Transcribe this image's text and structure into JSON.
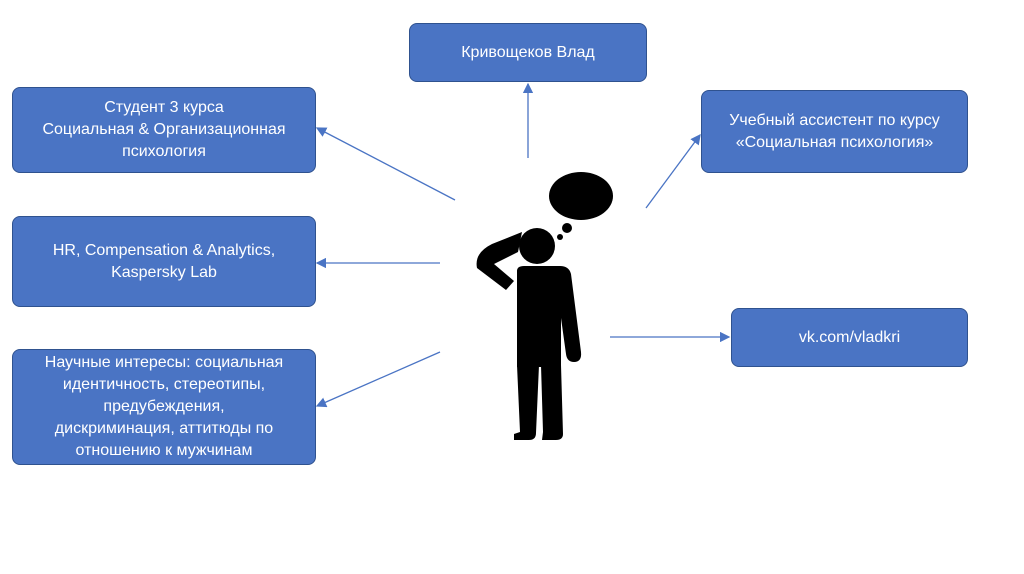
{
  "nodes": {
    "name": {
      "lines": [
        "Кривощеков Влад"
      ]
    },
    "student": {
      "lines": [
        "Студент 3 курса",
        "Социальная & Организационная",
        "психология"
      ]
    },
    "work": {
      "lines": [
        "HR, Compensation & Analytics,",
        "Kaspersky Lab"
      ]
    },
    "interests": {
      "lines": [
        "Научные интересы: социальная",
        "идентичность, стереотипы,",
        "предубеждения,",
        "дискриминация, аттитюды по",
        "отношению к мужчинам"
      ]
    },
    "assistant": {
      "lines": [
        "Учебный ассистент по курсу",
        "«Социальная психология»"
      ]
    },
    "contact": {
      "lines": [
        "vk.com/vladkri"
      ]
    }
  },
  "colors": {
    "box_fill": "#4a74c4",
    "box_border": "#2f528f",
    "connector": "#4a74c4",
    "figure": "#000000"
  },
  "icons": {
    "central_figure": "thinking-person-icon",
    "thought_bubble": "thought-bubble-icon"
  }
}
